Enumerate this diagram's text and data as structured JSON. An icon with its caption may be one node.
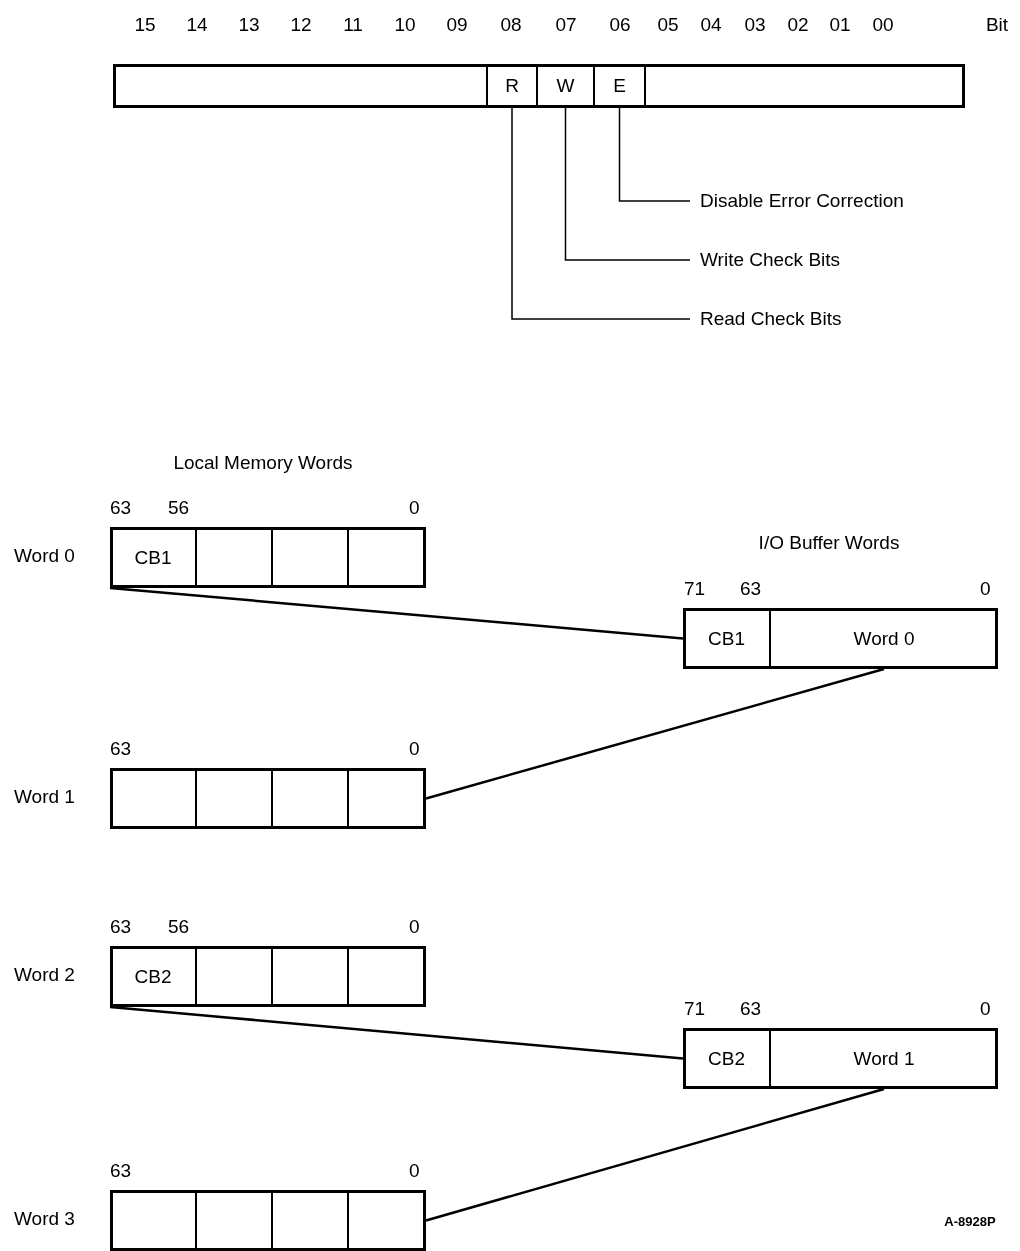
{
  "diagram": {
    "nodes": [
      {
        "text": [],
        "shape": "box"
      },
      {
        "text": [],
        "shape": "box",
        "in": 0
      },
      {
        "text": [
          "R"
        ],
        "in": 0
      },
      {
        "text": [
          "W"
        ],
        "in": 0
      },
      {
        "text": [
          "E"
        ],
        "in": 0
      },
      {
        "text": [],
        "shape": "box",
        "in": 0
      },
      {
        "text": [
          "Disable Error Correction"
        ]
      },
      {
        "text": [
          "Write Check Bits"
        ]
      },
      {
        "text": [
          "Read Check Bits"
        ]
      },
      {
        "text": [],
        "shape": "box",
        "beside": [
          "Word 0",
          "63",
          "56",
          "0"
        ]
      },
      {
        "text": [
          "CB1"
        ],
        "in": 9
      },
      {
        "text": [],
        "shape": "box",
        "in": 9
      },
      {
        "text": [],
        "shape": "box",
        "in": 9
      },
      {
        "text": [],
        "shape": "box",
        "in": 9
      },
      {
        "text": [],
        "shape": "box",
        "beside": [
          "Word 1",
          "63",
          "0"
        ]
      },
      {
        "text": [],
        "shape": "box",
        "in": 14
      },
      {
        "text": [],
        "shape": "box",
        "in": 14
      },
      {
        "text": [],
        "shape": "box",
        "in": 14
      },
      {
        "text": [],
        "shape": "box",
        "in": 14
      },
      {
        "text": [],
        "shape": "box",
        "beside": [
          "Word 2",
          "63",
          "56",
          "0"
        ]
      },
      {
        "text": [
          "CB2"
        ],
        "in": 19
      },
      {
        "text": [],
        "shape": "box",
        "in": 19
      },
      {
        "text": [],
        "shape": "box",
        "in": 19
      },
      {
        "text": [],
        "shape": "box",
        "in": 19
      },
      {
        "text": [],
        "shape": "box",
        "beside": [
          "Word 3",
          "63",
          "0"
        ]
      },
      {
        "text": [],
        "shape": "box",
        "in": 24
      },
      {
        "text": [],
        "shape": "box",
        "in": 24
      },
      {
        "text": [],
        "shape": "box",
        "in": 24
      },
      {
        "text": [],
        "shape": "box",
        "in": 24
      },
      {
        "text": [],
        "shape": "box",
        "beside": [
          "71",
          "63",
          "0"
        ]
      },
      {
        "text": [
          "CB1"
        ],
        "in": 29
      },
      {
        "text": [
          "Word 0"
        ],
        "in": 29
      },
      {
        "text": [],
        "shape": "box",
        "beside": [
          "71",
          "63",
          "0"
        ]
      },
      {
        "text": [
          "CB2"
        ],
        "in": 32
      },
      {
        "text": [
          "Word 1"
        ],
        "in": 32
      }
    ],
    "edges": [
      {
        "from": 4,
        "to": 6,
        "arrow": "none"
      },
      {
        "from": 3,
        "to": 7,
        "arrow": "none"
      },
      {
        "from": 2,
        "to": 8,
        "arrow": "none"
      },
      {
        "from": 10,
        "to": 30,
        "arrow": "none"
      },
      {
        "from": 31,
        "to": 14,
        "arrow": "none"
      },
      {
        "from": 20,
        "to": 33,
        "arrow": "none"
      },
      {
        "from": 34,
        "to": 24,
        "arrow": "none"
      }
    ],
    "labels": [
      "15",
      "14",
      "13",
      "12",
      "11",
      "10",
      "09",
      "08",
      "07",
      "06",
      "05",
      "04",
      "03",
      "02",
      "01",
      "00",
      "Bit",
      "Local Memory Words",
      "I/O Buffer Words",
      "A-8928P"
    ]
  }
}
